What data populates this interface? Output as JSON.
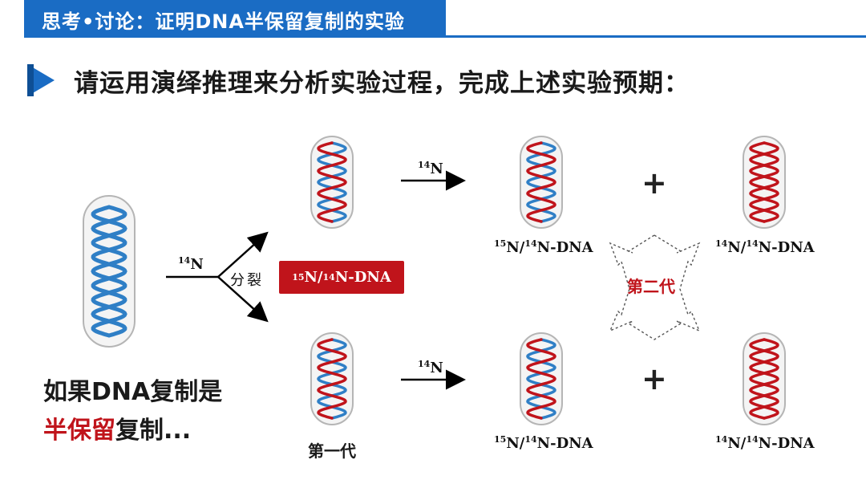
{
  "header": {
    "title": "思考•讨论：证明DNA半保留复制的实验"
  },
  "heading": "请运用演绎推理来分析实验过程，完成上述实验预期：",
  "condition": {
    "line1": "如果DNA复制是",
    "line2_red": "半保留",
    "line2_rest": "复制..."
  },
  "medium": {
    "sup": "14",
    "base": "N"
  },
  "split_label": "分裂",
  "gen1_result": {
    "sup1": "15",
    "n1": "N/",
    "sup2": "14",
    "rest": "N-DNA"
  },
  "gen1_label": "第一代",
  "gen2_label": "第二代",
  "plus": "+",
  "labels": {
    "hybrid": {
      "sup1": "15",
      "n1": "N/",
      "sup2": "14",
      "rest": "N-DNA"
    },
    "light": {
      "sup1": "14",
      "n1": "N/",
      "sup2": "14",
      "rest": "N-DNA"
    }
  },
  "colors": {
    "title_bar": "#1a6cc4",
    "strand_15N": "#2f7fc6",
    "strand_14N": "#c0141b",
    "accent_red": "#c0141b"
  }
}
